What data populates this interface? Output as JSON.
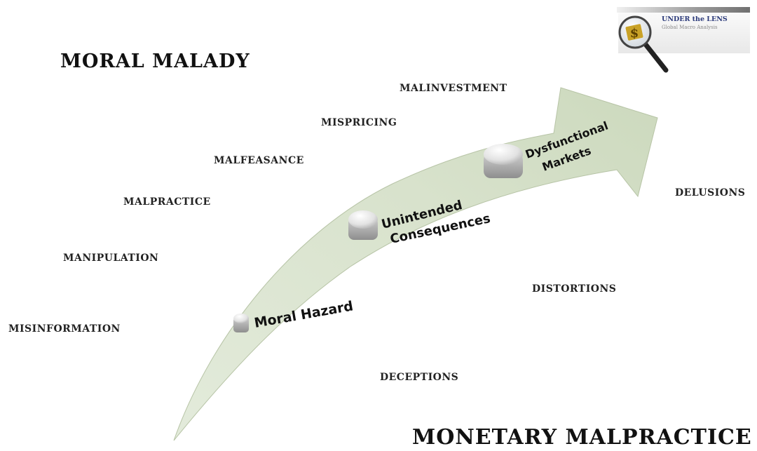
{
  "titles": {
    "top": "MORAL MALADY",
    "bottom": "MONETARY MALPRACTICE"
  },
  "terms_left": {
    "malinvestment": "MALINVESTMENT",
    "mispricing": "MISPRICING",
    "malfeasance": "MALFEASANCE",
    "malpractice": "MALPRACTICE",
    "manipulation": "MANIPULATION",
    "misinformation": "MISINFORMATION"
  },
  "terms_right": {
    "delusions": "DELUSIONS",
    "distortions": "DISTORTIONS",
    "deceptions": "DECEPTIONS"
  },
  "stages": {
    "moral_hazard": "Moral Hazard",
    "unintended_line1": "Unintended",
    "unintended_line2": "Consequences",
    "dysfunctional_line1": "Dysfunctional",
    "dysfunctional_line2": "Markets"
  },
  "logo": {
    "title": "UNDER the LENS",
    "subtitle": "Global Macro Analysis",
    "symbol": "$"
  },
  "colors": {
    "arrow_fill": "#dde6d2",
    "arrow_fill_dark": "#c9d6ba",
    "text": "#222222",
    "pill": "#e4e4e4",
    "logo_title": "#2b3a7a"
  }
}
